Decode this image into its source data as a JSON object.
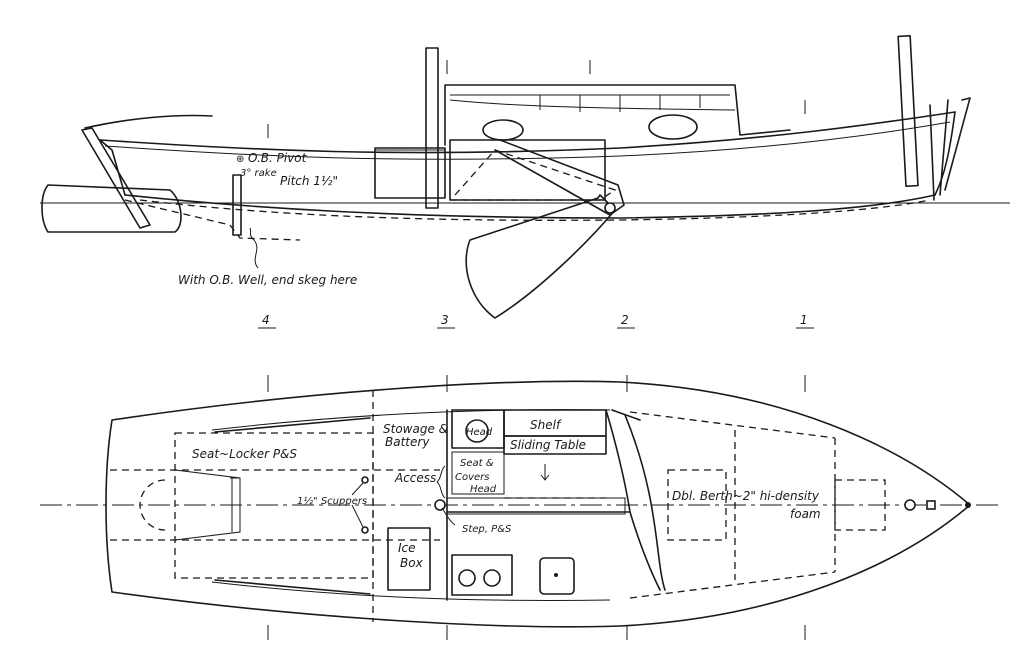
{
  "profile": {
    "ob_pivot": "O.B. Pivot",
    "rake": "3° rake",
    "pitch": "Pitch 1½\"",
    "skeg_note": "With O.B. Well, end skeg here"
  },
  "stations": [
    "4",
    "3",
    "2",
    "1"
  ],
  "plan": {
    "seat_locker": "Seat~Locker P&S",
    "scuppers": "1½\" Scuppers",
    "stowage": "Stowage &",
    "battery": "Battery",
    "access": "Access",
    "head": "Head",
    "shelf": "Shelf",
    "sliding_table": "Sliding Table",
    "seat_covers_1": "Seat &",
    "seat_covers_2": "Covers",
    "seat_covers_3": "Head",
    "step": "Step, P&S",
    "ice_box_1": "Ice",
    "ice_box_2": "Box",
    "berth_1": "Dbl. Berth~2\" hi-density",
    "berth_2": "foam"
  }
}
